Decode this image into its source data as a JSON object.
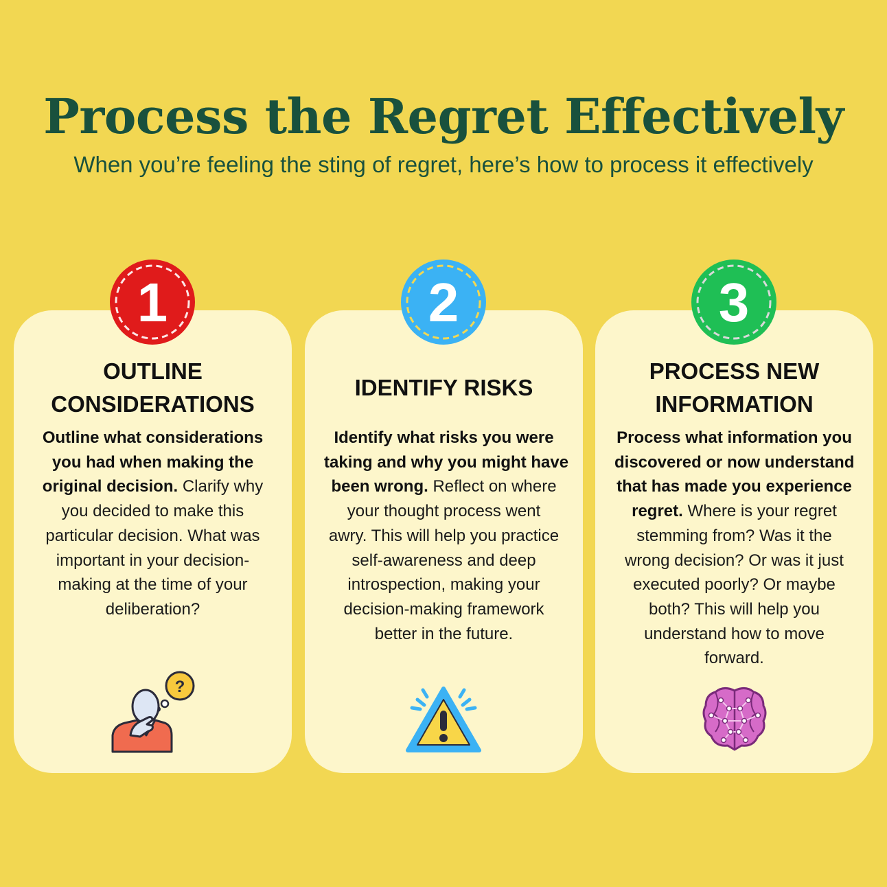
{
  "header": {
    "title": "Process the Regret Effectively",
    "subtitle": "When you’re feeling the sting of regret, here’s how to process it effectively"
  },
  "colors": {
    "background": "#f2d752",
    "card": "#fdf6cb",
    "title": "#19513d",
    "badge_1": "#e01b1b",
    "badge_2": "#3bb2f4",
    "badge_3": "#1fbf55"
  },
  "steps": [
    {
      "number": "1",
      "icon": "thinking-person-icon",
      "heading_lines": [
        "OUTLINE",
        "CONSIDERATIONS"
      ],
      "body_lines": [
        {
          "bold": "Outline what considerations",
          "text": ""
        },
        {
          "bold": "you had when making the",
          "text": ""
        },
        {
          "bold": "original decision.",
          "text": " Clarify why"
        },
        {
          "bold": "",
          "text": "you decided to make this"
        },
        {
          "bold": "",
          "text": "particular decision. What was"
        },
        {
          "bold": "",
          "text": "important in your decision-"
        },
        {
          "bold": "",
          "text": "making at the time of your"
        },
        {
          "bold": "",
          "text": "deliberation?"
        }
      ]
    },
    {
      "number": "2",
      "icon": "warning-icon",
      "heading_lines": [
        "IDENTIFY RISKS"
      ],
      "body_lines": [
        {
          "bold": "Identify what risks you were",
          "text": ""
        },
        {
          "bold": "taking and why you might have",
          "text": ""
        },
        {
          "bold": "been wrong.",
          "text": " Reflect on where"
        },
        {
          "bold": "",
          "text": "your thought process went"
        },
        {
          "bold": "",
          "text": "awry. This will help you practice"
        },
        {
          "bold": "",
          "text": "self-awareness and deep"
        },
        {
          "bold": "",
          "text": "introspection, making your"
        },
        {
          "bold": "",
          "text": "decision-making framework"
        },
        {
          "bold": "",
          "text": "better in the future."
        }
      ]
    },
    {
      "number": "3",
      "icon": "brain-icon",
      "heading_lines": [
        "PROCESS NEW",
        "INFORMATION"
      ],
      "body_lines": [
        {
          "bold": "Process what information you",
          "text": ""
        },
        {
          "bold": "discovered or now understand",
          "text": ""
        },
        {
          "bold": "that has made you experience",
          "text": ""
        },
        {
          "bold": "regret.",
          "text": " Where is your regret"
        },
        {
          "bold": "",
          "text": "stemming from? Was it the"
        },
        {
          "bold": "",
          "text": "wrong decision? Or was it just"
        },
        {
          "bold": "",
          "text": "executed poorly? Or maybe"
        },
        {
          "bold": "",
          "text": "both? This will help you"
        },
        {
          "bold": "",
          "text": "understand how to move"
        },
        {
          "bold": "",
          "text": "forward."
        }
      ]
    }
  ]
}
